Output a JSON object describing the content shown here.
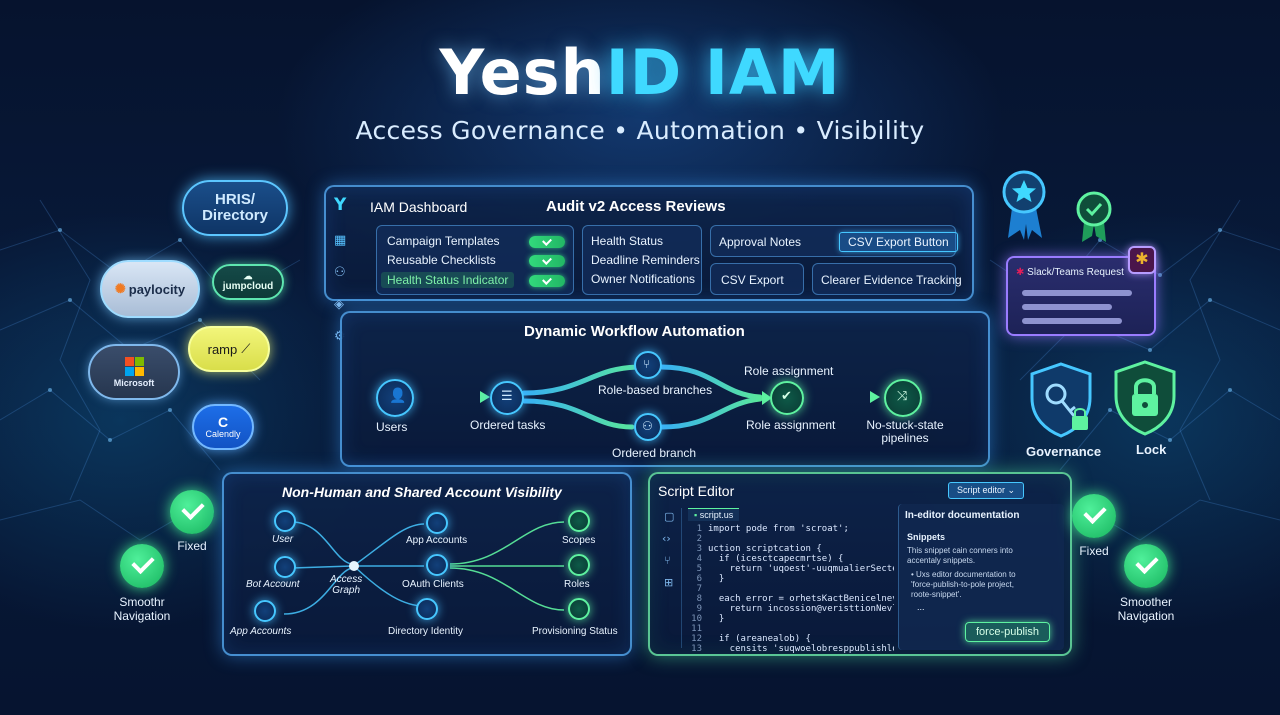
{
  "hero": {
    "title_white": "Yesh",
    "title_cyan": "ID IAM",
    "subtitle": "Access Governance • Automation • Visibility"
  },
  "left_integrations": {
    "hris": "HRIS/\nDirectory",
    "paylocity": "paylocity",
    "jumpcloud": "jumpcloud",
    "ramp": "ramp",
    "microsoft": "Microsoft",
    "calendly": "Calendly"
  },
  "left_badges": {
    "fixed": "Fixed",
    "smooth_nav": "Smoothr\nNavigation"
  },
  "dashboard": {
    "title": "IAM Dashboard",
    "audit_title": "Audit v2 Access Reviews",
    "features_col1": [
      "Campaign Templates",
      "Reusable Checklists",
      "Health Status Indicator"
    ],
    "features_col2": [
      "Health Status",
      "Deadline Reminders",
      "Owner Notifications"
    ],
    "approval_notes": "Approval Notes",
    "csv_export_button": "CSV Export Button",
    "csv_export": "CSV Export",
    "evidence_tracking": "Clearer Evidence Tracking"
  },
  "workflow": {
    "title": "Dynamic Workflow Automation",
    "users": "Users",
    "ordered_tasks": "Ordered tasks",
    "role_branches": "Role-based branches",
    "ordered_branch": "Ordered branch",
    "role_assignment_top": "Role assignment",
    "role_assignment": "Role assignment",
    "no_stuck": "No-stuck-state\npipelines"
  },
  "nonhuman": {
    "title": "Non-Human and Shared Account Visibility",
    "left_nodes": [
      "User",
      "Bot Account",
      "App Accounts"
    ],
    "center": "Access\nGraph",
    "mid_nodes": [
      "App Accounts",
      "OAuth Clients",
      "Directory Identity"
    ],
    "right_nodes": [
      "Scopes",
      "Roles",
      "Provisioning Status"
    ]
  },
  "script_editor": {
    "title": "Script Editor",
    "dropdown": "Script editor ⌄",
    "tab": "script.us",
    "line_numbers": [
      "1",
      "2",
      "3",
      "4",
      "5",
      "6",
      "7",
      "8",
      "9",
      "10",
      "11",
      "12",
      "13"
    ],
    "code_lines": [
      "import pode from 'scroat';",
      "",
      "uction scriptcation {",
      "  if (icesctcapecmrtse) {",
      "    return 'uqoest'-uuqmualierSectectorieloce');",
      "  }",
      "",
      "  each error = orhetsKactBenicelnevanst) {",
      "    return incossion@veristtionNevler');",
      "  }",
      "",
      "  if (areanealob) {",
      "    censits 'suqwoelobresppublishlov.compi');"
    ],
    "doc_title": "In-editor documentation",
    "doc_snippets": "Snippets",
    "doc_text": "This snippet cain conners into\naccentaly snippets.",
    "doc_bullet": "• Uxs editor documentation to\n'force-publish-to-pole project,\nroote-snippet'.",
    "doc_more": "...",
    "force_publish": "force-publish"
  },
  "right_side": {
    "slack_title": "Slack/Teams Request",
    "governance": "Governance",
    "lock": "Lock",
    "fixed": "Fixed",
    "smooth_nav": "Smoother\nNavigation"
  }
}
